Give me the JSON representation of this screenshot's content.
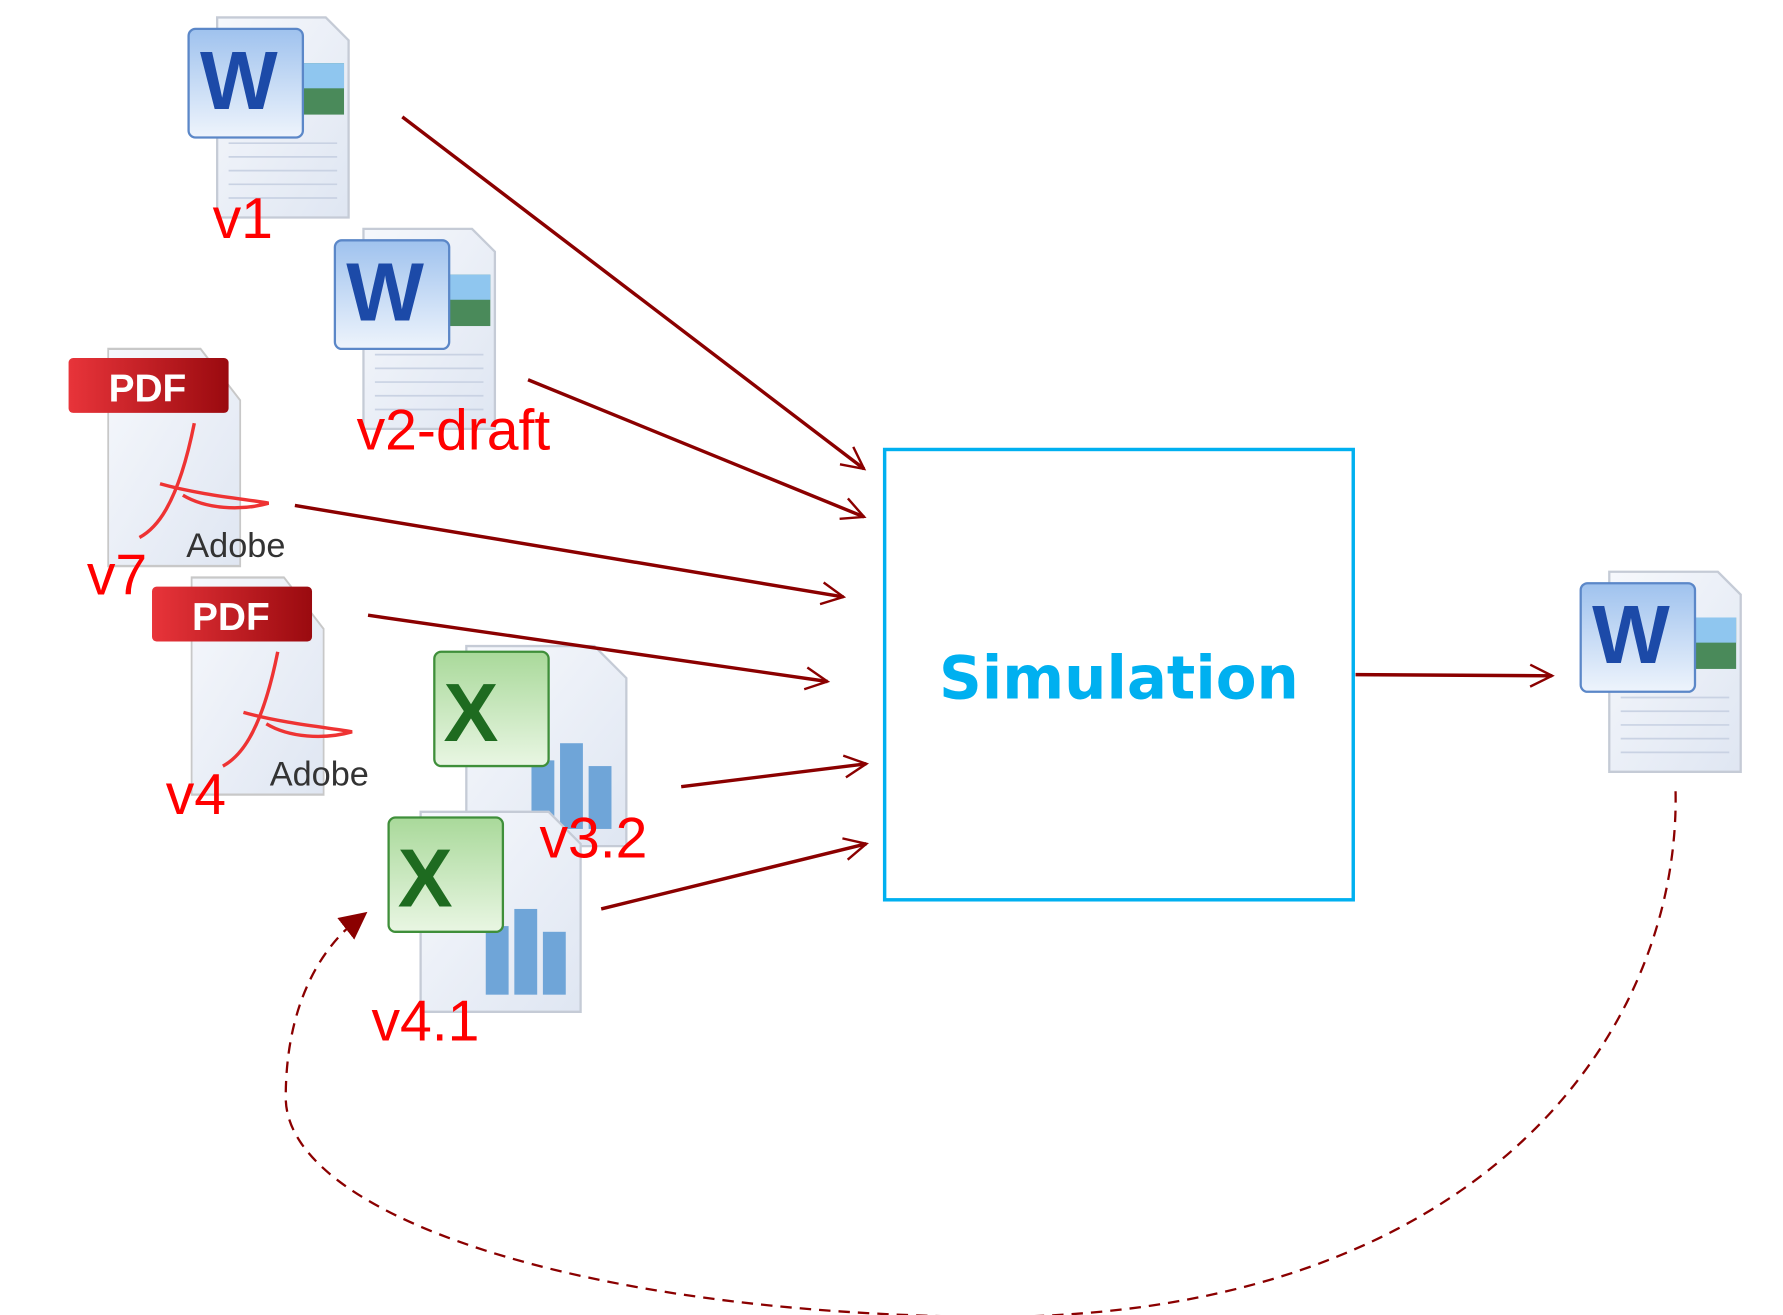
{
  "process": {
    "label": "Simulation",
    "color": "#00b0f0"
  },
  "inputs": [
    {
      "type": "word",
      "version": "v1"
    },
    {
      "type": "word",
      "version": "v2-draft"
    },
    {
      "type": "pdf",
      "version": "v7",
      "badge": "PDF",
      "brand": "Adobe"
    },
    {
      "type": "pdf",
      "version": "v4",
      "badge": "PDF",
      "brand": "Adobe"
    },
    {
      "type": "excel",
      "version": "v3.2"
    },
    {
      "type": "excel",
      "version": "v4.1"
    }
  ],
  "output": {
    "type": "word"
  },
  "icons": {
    "word": "W",
    "excel": "X"
  },
  "colors": {
    "arrow": "#8b0000",
    "label": "#ff0000"
  }
}
